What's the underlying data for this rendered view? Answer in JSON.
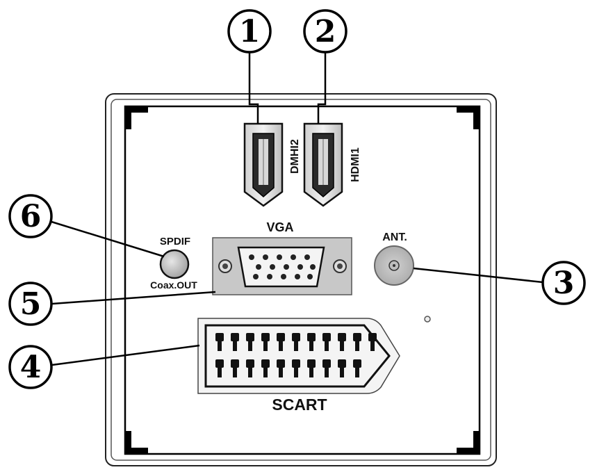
{
  "ports": {
    "hdmi2": {
      "label": "DMHI2",
      "callout": "1"
    },
    "hdmi1": {
      "label": "HDMI1",
      "callout": "2"
    },
    "antenna": {
      "label": "ANT.",
      "callout": "3"
    },
    "scart": {
      "label": "SCART",
      "callout": "4"
    },
    "vga": {
      "label": "VGA",
      "callout": "5"
    },
    "spdif": {
      "label_top": "SPDIF",
      "label_bottom": "Coax.OUT",
      "callout": "6"
    }
  }
}
